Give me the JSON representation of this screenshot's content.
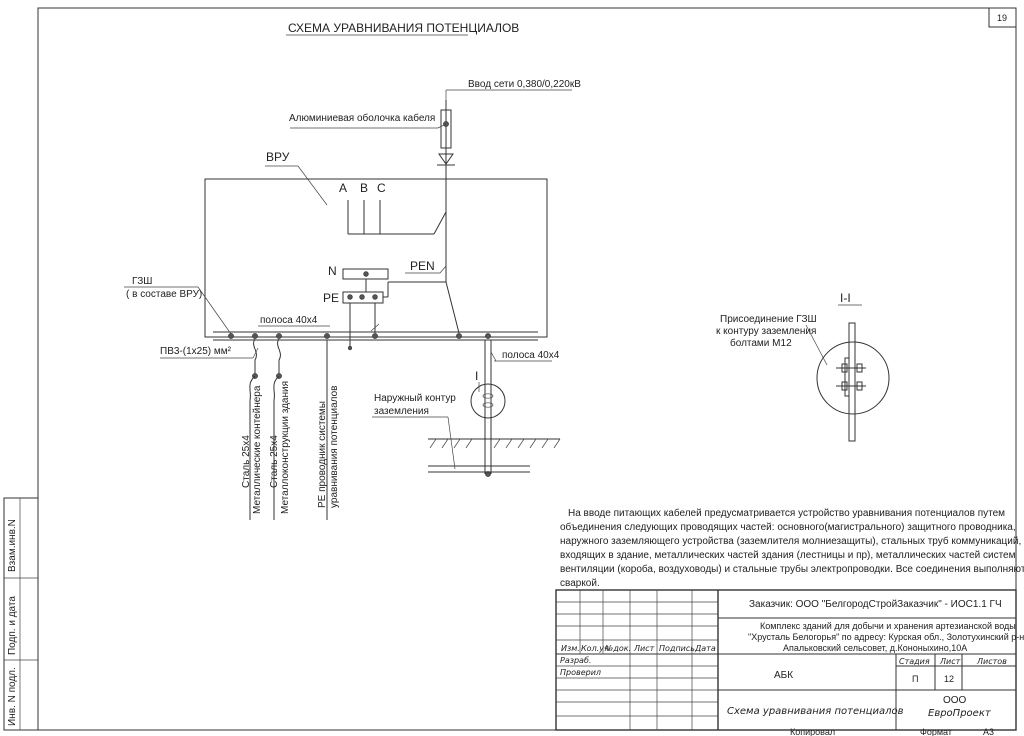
{
  "sheet_number": "19",
  "title": "СХЕМА УРАВНИВАНИЯ ПОТЕНЦИАЛОВ",
  "scheme": {
    "mains_input": "Ввод сети 0,380/0,220кВ",
    "cable_sheath": "Алюминиевая оболочка кабеля",
    "vru": "ВРУ",
    "phase_a": "А",
    "phase_b": "В",
    "phase_c": "С",
    "pen": "PEN",
    "n": "N",
    "pe": "PE",
    "gzsh": "ГЗШ",
    "gzsh_note": "( в составе ВРУ)",
    "strip_top": "полоса 40х4",
    "strip_right": "полоса 40х4",
    "pv3": "ПВ3-(1х25) мм²",
    "outer_contour_1": "Наружный контур",
    "outer_contour_2": "заземления",
    "section_mark": "I",
    "vert_labels": [
      {
        "line1": "Сталь 25х4",
        "line2": "Металлические контейнера"
      },
      {
        "line1": "Сталь 25х4",
        "line2": "Металлоконструкции  здания"
      },
      {
        "line1": "PE проводник системы",
        "line2": "уравнивания потенциалов"
      }
    ]
  },
  "section": {
    "title": "I-I",
    "label_1": "Присоединение ГЗШ",
    "label_2": "к контуру заземления",
    "label_3": "болтами М12"
  },
  "note_lines": [
    "На вводе питающих кабелей предусматривается устройство уравнивания потенциалов путем",
    "объединения следующих проводящих частей: основного(магистрального) защитного проводника,",
    "наружного заземляющего устройства  (заземлителя молниезащиты), стальных труб коммуникаций,",
    "входящих в здание, металлических частей  здания (лестницы  и пр), металлических частей систем",
    "вентиляции (короба, воздуховоды) и стальные трубы электропроводки.  Все соединения выполняются",
    "сваркой."
  ],
  "stamp": {
    "customer": "Заказчик: ООО \"БелгородСтройЗаказчик\" - ИОС1.1 ГЧ",
    "object_1": "Комплекс зданий для добычи и хранения артезианской воды",
    "object_2": "\"Хрусталь Белогорья\" по адресу: Курская обл., Золотухинский р-н,",
    "object_3": "Апальковский сельсовет, д.Кононыхино,10А",
    "headers": [
      "Изм.",
      "Кол.уч",
      "№док.",
      "Лист",
      "Подпись",
      "Дата"
    ],
    "razrab": "Разраб.",
    "proveril": "Проверил",
    "building": "АБК",
    "stage_h": "Стадия",
    "sheet_h": "Лист",
    "sheets_h": "Листов",
    "stage": "П",
    "sheet": "12",
    "sheets": "",
    "drawing_title": "Схема уравнивания потенциалов",
    "org_1": "ООО",
    "org_2": "ЕвроПроект"
  },
  "footer": {
    "copied": "Копировал",
    "format": "Формат",
    "format_value": "А3"
  },
  "side_labels": [
    "Взам.инв.N",
    "Подп. и дата",
    "Инв. N подл."
  ]
}
